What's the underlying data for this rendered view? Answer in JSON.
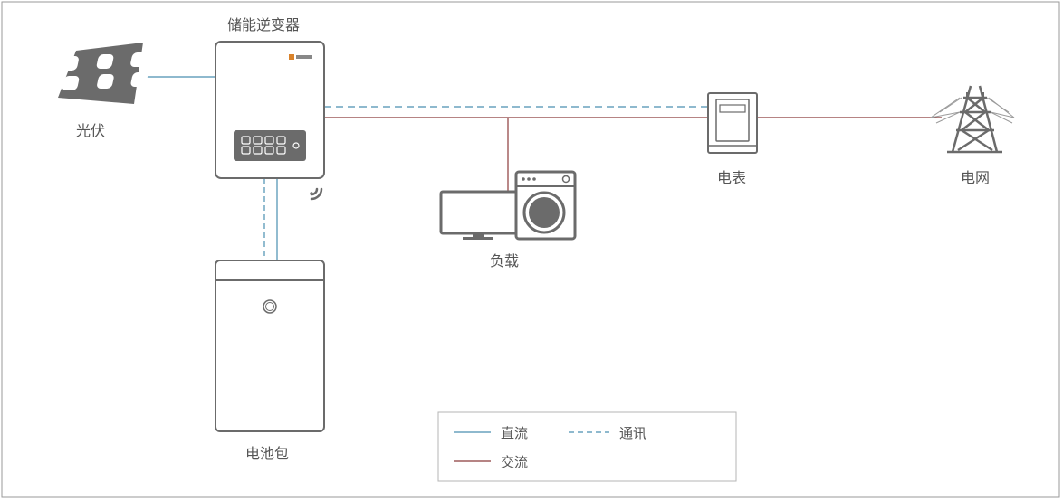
{
  "labels": {
    "inverter": "储能逆变器",
    "pv": "光伏",
    "battery": "电池包",
    "load": "负载",
    "meter": "电表",
    "grid": "电网"
  },
  "legend": {
    "dc": "直流",
    "comm": "通讯",
    "ac": "交流"
  },
  "colors": {
    "dc_line": "#4a8fb0",
    "ac_line": "#8b3a3a",
    "comm_line": "#4a8fb0",
    "device_stroke": "#6b6b6b",
    "device_fill": "#6b6b6b",
    "frame": "#9a9a9a"
  },
  "icons": [
    "solar-panel-icon",
    "inverter-icon",
    "wifi-icon",
    "battery-pack-icon",
    "monitor-icon",
    "washing-machine-icon",
    "energy-meter-icon",
    "power-tower-icon"
  ]
}
